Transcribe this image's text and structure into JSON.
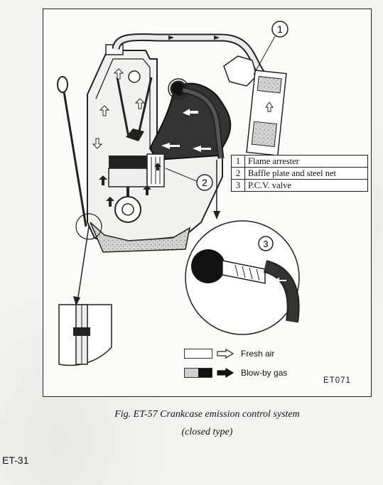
{
  "callouts": [
    "1",
    "2",
    "3"
  ],
  "legend": {
    "items": [
      {
        "number": "1",
        "label": "Flame arrester"
      },
      {
        "number": "2",
        "label": "Baffle plate and steel net"
      },
      {
        "number": "3",
        "label": "P.C.V. valve"
      }
    ]
  },
  "key": {
    "fresh_air": {
      "label": "Fresh air",
      "color": "#ffffff"
    },
    "blow_by": {
      "label": "Blow-by gas",
      "color": "#111111"
    }
  },
  "figure_code": "ET071",
  "caption": {
    "line1": "Fig. ET-57 Crankcase emission control system",
    "line2": "(closed type)"
  },
  "page_number": "ET-31"
}
